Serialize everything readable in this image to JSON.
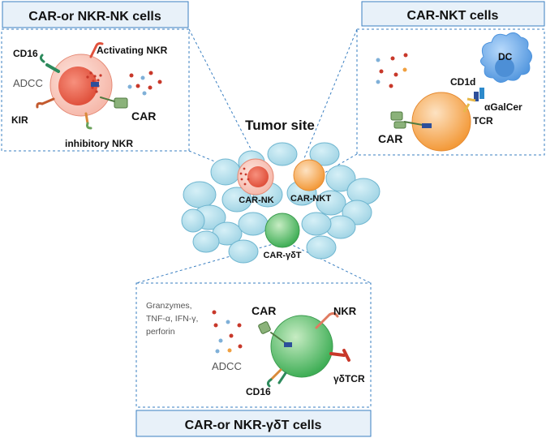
{
  "panels": {
    "nk": {
      "title": "CAR-or NKR-NK cells",
      "labels": {
        "cd16": "CD16",
        "activating": "Activating NKR",
        "adcc": "ADCC",
        "kir": "KIR",
        "car": "CAR",
        "inhibitory": "inhibitory NKR"
      }
    },
    "nkt": {
      "title": "CAR-NKT cells",
      "labels": {
        "dc": "DC",
        "cd1d": "CD1d",
        "galcer": "αGalCer",
        "tcr": "TCR",
        "car": "CAR"
      }
    },
    "gdt": {
      "title": "CAR-or NKR-γδT cells",
      "labels": {
        "granzymes": "Granzymes,",
        "tnf": "TNF-α, IFN-γ,",
        "perforin": "perforin",
        "car": "CAR",
        "nkr": "NKR",
        "adcc": "ADCC",
        "cd16": "CD16",
        "gdtcr": "γδTCR"
      }
    }
  },
  "tumor": {
    "title": "Tumor site",
    "cells": {
      "nk": "CAR-NK",
      "nkt": "CAR-NKT",
      "gdt": "CAR-γδT"
    }
  },
  "colors": {
    "panel_border": "#3a7fc1",
    "title_fill": "#e8f1f9",
    "tumor_cell": "#a8d9e8",
    "tumor_cell_stroke": "#6fb6d0",
    "nk_cell": "#f27a63",
    "nkt_cell": "#f5a04a",
    "gdt_cell": "#5fbf6a",
    "dc_cell": "#6aa9e8"
  },
  "icons": [
    "receptor-icon",
    "granule-dot-icon",
    "tumor-cell-icon",
    "dendritic-cell-icon"
  ]
}
